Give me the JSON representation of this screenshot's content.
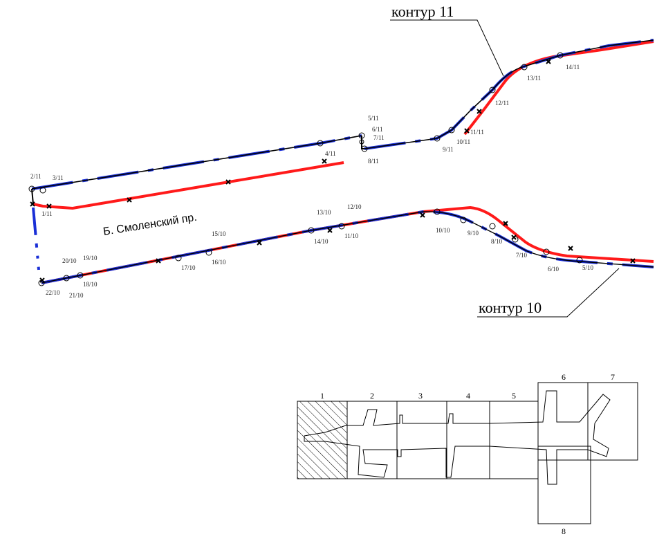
{
  "labels": {
    "contour11": "контур 11",
    "contour10": "контур 10",
    "street": "Б. Смоленский пр."
  },
  "points11": [
    "1/11",
    "2/11",
    "3/11",
    "4/11",
    "5/11",
    "6/11",
    "7/11",
    "8/11",
    "9/11",
    "10/11",
    "11/11",
    "12/11",
    "13/11",
    "14/11"
  ],
  "points10": [
    "5/10",
    "6/10",
    "7/10",
    "8/10",
    "9/10",
    "10/10",
    "11/10",
    "12/10",
    "13/10",
    "14/10",
    "15/10",
    "16/10",
    "17/10",
    "18/10",
    "19/10",
    "20/10",
    "21/10",
    "22/10"
  ],
  "sheets": [
    "1",
    "2",
    "3",
    "4",
    "5",
    "6",
    "7",
    "8"
  ],
  "colors": {
    "red": "#ff1a1a",
    "blue": "#1a2fd6",
    "black": "#000000"
  }
}
